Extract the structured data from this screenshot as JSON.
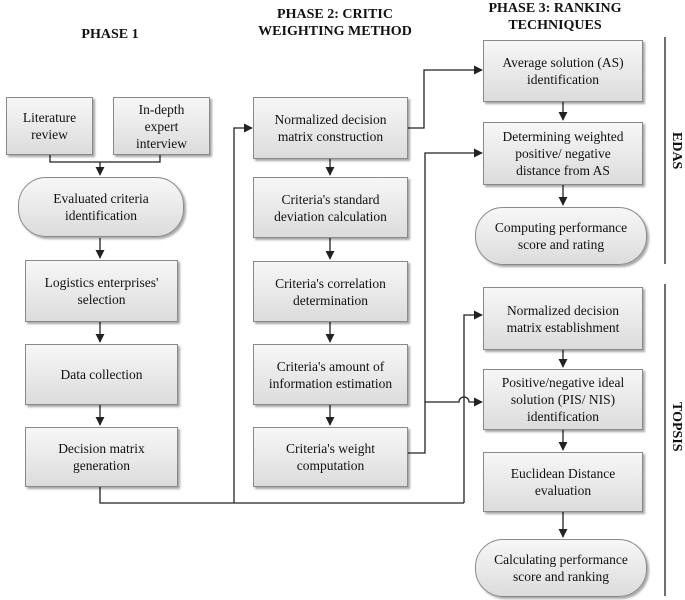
{
  "headings": {
    "phase1": "PHASE 1",
    "phase2": "PHASE 2: CRITIC\nWEIGHTING METHOD",
    "phase3": "PHASE 3: RANKING\nTECHNIQUES"
  },
  "phase1": {
    "literature_review": "Literature\nreview",
    "expert_interview": "In-depth\nexpert\ninterview",
    "criteria_identification": "Evaluated criteria\nidentification",
    "enterprise_selection": "Logistics enterprises'\nselection",
    "data_collection": "Data collection",
    "matrix_generation": "Decision matrix\ngeneration"
  },
  "phase2": {
    "normalized_matrix": "Normalized decision\nmatrix construction",
    "std_dev": "Criteria's standard\ndeviation calculation",
    "correlation": "Criteria's correlation\ndetermination",
    "information": "Criteria's amount of\ninformation estimation",
    "weight": "Criteria's weight\ncomputation"
  },
  "phase3": {
    "edas_label": "EDAS",
    "topsis_label": "TOPSIS",
    "as_identification": "Average solution (AS)\nidentification",
    "weighted_distance": "Determining weighted\npositive/ negative\ndistance from AS",
    "performance_rating": "Computing performance\nscore and rating",
    "normalized_establishment": "Normalized decision\nmatrix establishment",
    "pis_nis": "Positive/negative ideal\nsolution (PIS/ NIS)\nidentification",
    "euclidean": "Euclidean Distance\nevaluation",
    "performance_ranking": "Calculating performance\nscore and ranking"
  }
}
